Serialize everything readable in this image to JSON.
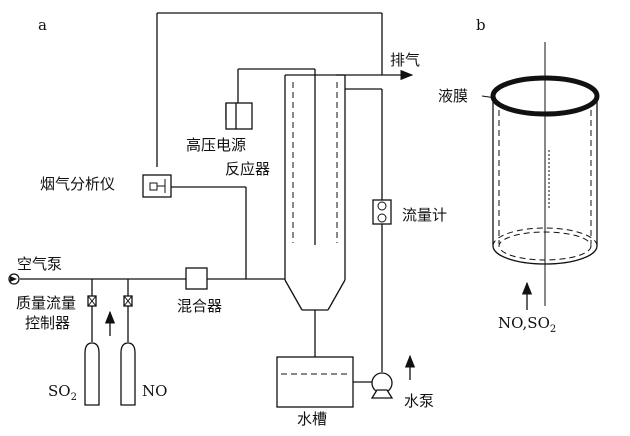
{
  "panel_a": {
    "panel_label": "a",
    "labels": {
      "exhaust": "排气",
      "hv_power": "高压电源",
      "reactor": "反应器",
      "flue_analyzer": "烟气分析仪",
      "flowmeter": "流量计",
      "air_pump": "空气泵",
      "mass_flow_1": "质量流量",
      "mass_flow_2": "控制器",
      "mixer": "混合器",
      "so2_base": "SO",
      "so2_sub": "2",
      "no": "NO",
      "water_tank": "水槽",
      "water_pump": "水泵"
    }
  },
  "panel_b": {
    "panel_label": "b",
    "labels": {
      "liquid_film": "液膜",
      "gas_base": "NO,SO",
      "gas_sub": "2"
    }
  }
}
